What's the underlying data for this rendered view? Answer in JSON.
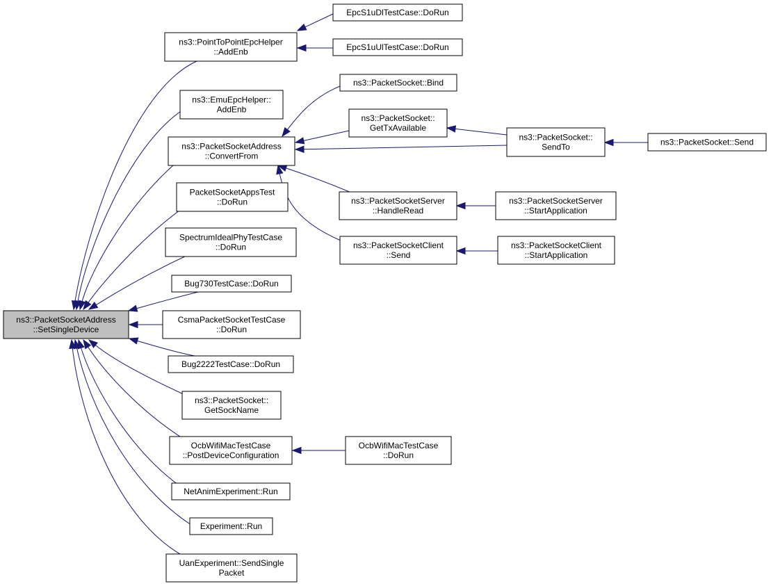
{
  "colors": {
    "edge": "#191970",
    "node_fill": "#ffffff",
    "focus_fill": "#bfbfbf",
    "border": "#000000"
  },
  "nodes": [
    {
      "id": "n0",
      "lines": [
        "ns3::PacketSocketAddress",
        "::SetSingleDevice"
      ],
      "focus": true
    },
    {
      "id": "n1",
      "lines": [
        "ns3::PointToPointEpcHelper",
        "::AddEnb"
      ]
    },
    {
      "id": "n2",
      "lines": [
        "ns3::EmuEpcHelper::",
        "AddEnb"
      ]
    },
    {
      "id": "n3",
      "lines": [
        "ns3::PacketSocketAddress",
        "::ConvertFrom"
      ]
    },
    {
      "id": "n4",
      "lines": [
        "PacketSocketAppsTest",
        "::DoRun"
      ]
    },
    {
      "id": "n5",
      "lines": [
        "SpectrumIdealPhyTestCase",
        "::DoRun"
      ]
    },
    {
      "id": "n6",
      "lines": [
        "Bug730TestCase::DoRun"
      ]
    },
    {
      "id": "n7",
      "lines": [
        "CsmaPacketSocketTestCase",
        "::DoRun"
      ]
    },
    {
      "id": "n8",
      "lines": [
        "Bug2222TestCase::DoRun"
      ]
    },
    {
      "id": "n9",
      "lines": [
        "ns3::PacketSocket::",
        "GetSockName"
      ]
    },
    {
      "id": "n10",
      "lines": [
        "OcbWifiMacTestCase",
        "::PostDeviceConfiguration"
      ]
    },
    {
      "id": "n11",
      "lines": [
        "NetAnimExperiment::Run"
      ]
    },
    {
      "id": "n12",
      "lines": [
        "Experiment::Run"
      ]
    },
    {
      "id": "n13",
      "lines": [
        "UanExperiment::SendSingle",
        "Packet"
      ]
    },
    {
      "id": "n14",
      "lines": [
        "EpcS1uDlTestCase::DoRun"
      ]
    },
    {
      "id": "n15",
      "lines": [
        "EpcS1uUlTestCase::DoRun"
      ]
    },
    {
      "id": "n16",
      "lines": [
        "ns3::PacketSocket::Bind"
      ]
    },
    {
      "id": "n17",
      "lines": [
        "ns3::PacketSocket::",
        "GetTxAvailable"
      ]
    },
    {
      "id": "n18",
      "lines": [
        "ns3::PacketSocketServer",
        "::HandleRead"
      ]
    },
    {
      "id": "n19",
      "lines": [
        "ns3::PacketSocketClient",
        "::Send"
      ]
    },
    {
      "id": "n20",
      "lines": [
        "OcbWifiMacTestCase",
        "::DoRun"
      ]
    },
    {
      "id": "n21",
      "lines": [
        "ns3::PacketSocket::",
        "SendTo"
      ]
    },
    {
      "id": "n22",
      "lines": [
        "ns3::PacketSocketServer",
        "::StartApplication"
      ]
    },
    {
      "id": "n23",
      "lines": [
        "ns3::PacketSocketClient",
        "::StartApplication"
      ]
    },
    {
      "id": "n24",
      "lines": [
        "ns3::PacketSocket::Send"
      ]
    }
  ],
  "edges": [
    {
      "from": "n1",
      "to": "n0"
    },
    {
      "from": "n2",
      "to": "n0"
    },
    {
      "from": "n3",
      "to": "n0"
    },
    {
      "from": "n4",
      "to": "n0"
    },
    {
      "from": "n5",
      "to": "n0"
    },
    {
      "from": "n6",
      "to": "n0"
    },
    {
      "from": "n7",
      "to": "n0"
    },
    {
      "from": "n8",
      "to": "n0"
    },
    {
      "from": "n9",
      "to": "n0"
    },
    {
      "from": "n10",
      "to": "n0"
    },
    {
      "from": "n11",
      "to": "n0"
    },
    {
      "from": "n12",
      "to": "n0"
    },
    {
      "from": "n13",
      "to": "n0"
    },
    {
      "from": "n14",
      "to": "n1"
    },
    {
      "from": "n15",
      "to": "n1"
    },
    {
      "from": "n16",
      "to": "n3"
    },
    {
      "from": "n17",
      "to": "n3"
    },
    {
      "from": "n21",
      "to": "n3"
    },
    {
      "from": "n18",
      "to": "n3"
    },
    {
      "from": "n19",
      "to": "n3"
    },
    {
      "from": "n21",
      "to": "n17"
    },
    {
      "from": "n24",
      "to": "n21"
    },
    {
      "from": "n22",
      "to": "n18"
    },
    {
      "from": "n23",
      "to": "n19"
    },
    {
      "from": "n20",
      "to": "n10"
    }
  ]
}
